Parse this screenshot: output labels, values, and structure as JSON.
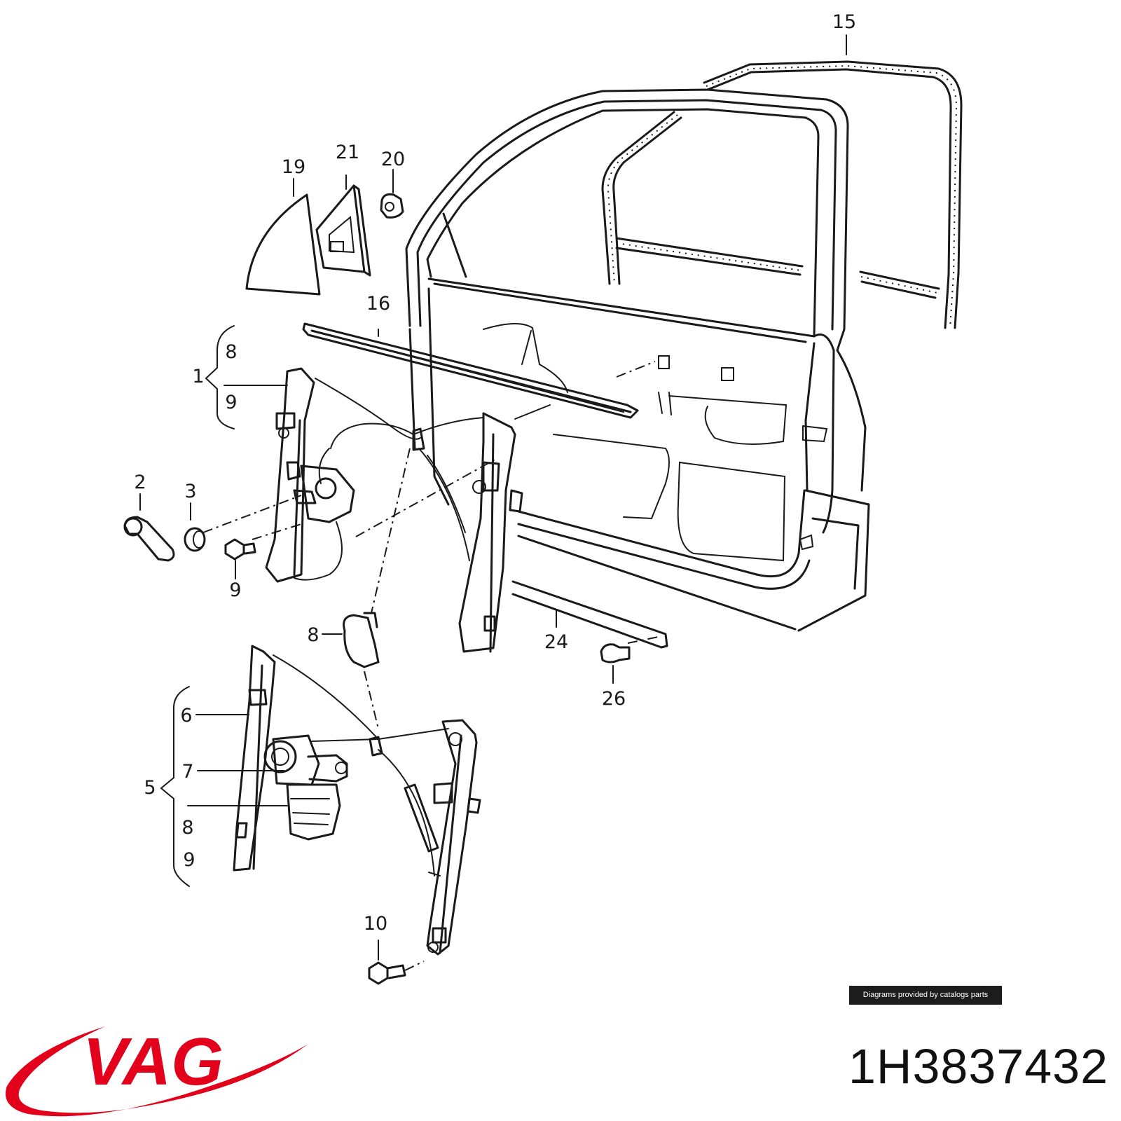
{
  "callouts": {
    "c15": "15",
    "c19": "19",
    "c21": "21",
    "c20": "20",
    "c16": "16",
    "c1": "1",
    "c8a": "8",
    "c9a": "9",
    "c2": "2",
    "c3": "3",
    "c9b": "9",
    "c8b": "8",
    "c24": "24",
    "c26": "26",
    "c6": "6",
    "c5": "5",
    "c7": "7",
    "c8c": "8",
    "c9c": "9",
    "c10": "10"
  },
  "credit": "Diagrams provided by catalogs parts",
  "brand": {
    "name": "VAG",
    "color": "#e2001a"
  },
  "part_number": "1H3837432"
}
